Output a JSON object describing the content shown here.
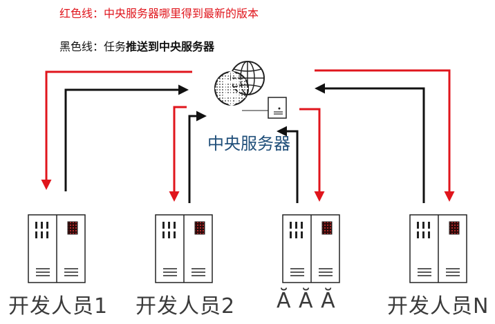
{
  "legend": {
    "red_prefix": "红色线：",
    "red_text": "中央服务器哪里得到最新的版本",
    "black_prefix": "黑色线：",
    "black_text_plain": "任务",
    "black_text_bold": "推送到中央服务器"
  },
  "central_server": {
    "label": "中央服务器",
    "globe_icon": "globe-icon",
    "server_icon": "server-box-icon"
  },
  "developers": [
    {
      "label": "开发人员1"
    },
    {
      "label": "开发人员2"
    },
    {
      "label": "Ă Ă Ă"
    },
    {
      "label": "开发人员N"
    }
  ],
  "colors": {
    "red_line": "#e0151c",
    "black_line": "#111111",
    "label_blue": "#1f4e79"
  }
}
